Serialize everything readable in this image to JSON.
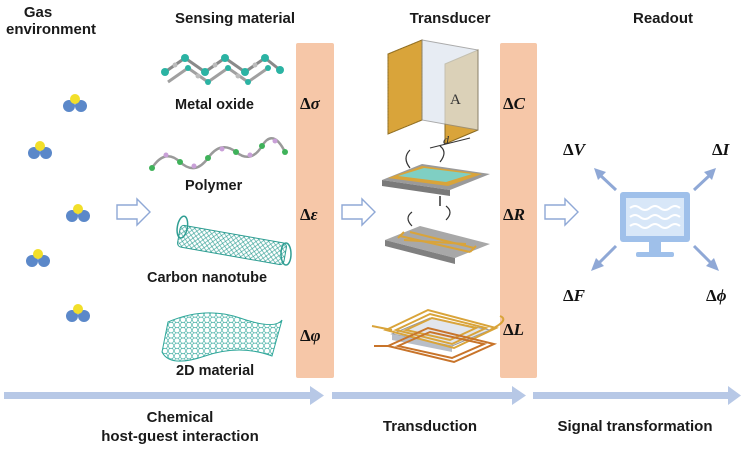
{
  "headers": {
    "gas": [
      "Gas",
      "environment"
    ],
    "sensing": "Sensing material",
    "transducer": "Transducer",
    "readout": "Readout"
  },
  "materials": [
    "Metal oxide",
    "Polymer",
    "Carbon nanotube",
    "2D material"
  ],
  "sensing_params": [
    {
      "delta": "Δ",
      "symbol": "σ"
    },
    {
      "delta": "Δ",
      "symbol": "ε"
    },
    {
      "delta": "Δ",
      "symbol": "φ"
    }
  ],
  "transducer_params": [
    {
      "delta": "Δ",
      "symbol": "C"
    },
    {
      "delta": "Δ",
      "symbol": "R"
    },
    {
      "delta": "Δ",
      "symbol": "L"
    }
  ],
  "readout_params": [
    {
      "delta": "Δ",
      "symbol": "V"
    },
    {
      "delta": "Δ",
      "symbol": "I"
    },
    {
      "delta": "Δ",
      "symbol": "F"
    },
    {
      "delta": "Δ",
      "symbol": "ϕ"
    }
  ],
  "capacitor_letters": [
    "A",
    "d"
  ],
  "stages": [
    "Chemical host-guest interaction",
    "Transduction",
    "Signal transformation"
  ],
  "stage_lines": {
    "chemical": [
      "Chemical",
      "host-guest interaction"
    ]
  },
  "icons": [
    "gas-molecule-icon",
    "monitor-icon",
    "hollow-arrow-icon"
  ],
  "colors": {
    "band": "#f6c7a8",
    "process_arrow": "#b7c8e6",
    "gas_blue": "#5b88c9",
    "gas_yellow": "#f2df2a",
    "monitor": "#9fc0ea",
    "gold": "#d9a43a",
    "teal": "#3bb5a6"
  }
}
